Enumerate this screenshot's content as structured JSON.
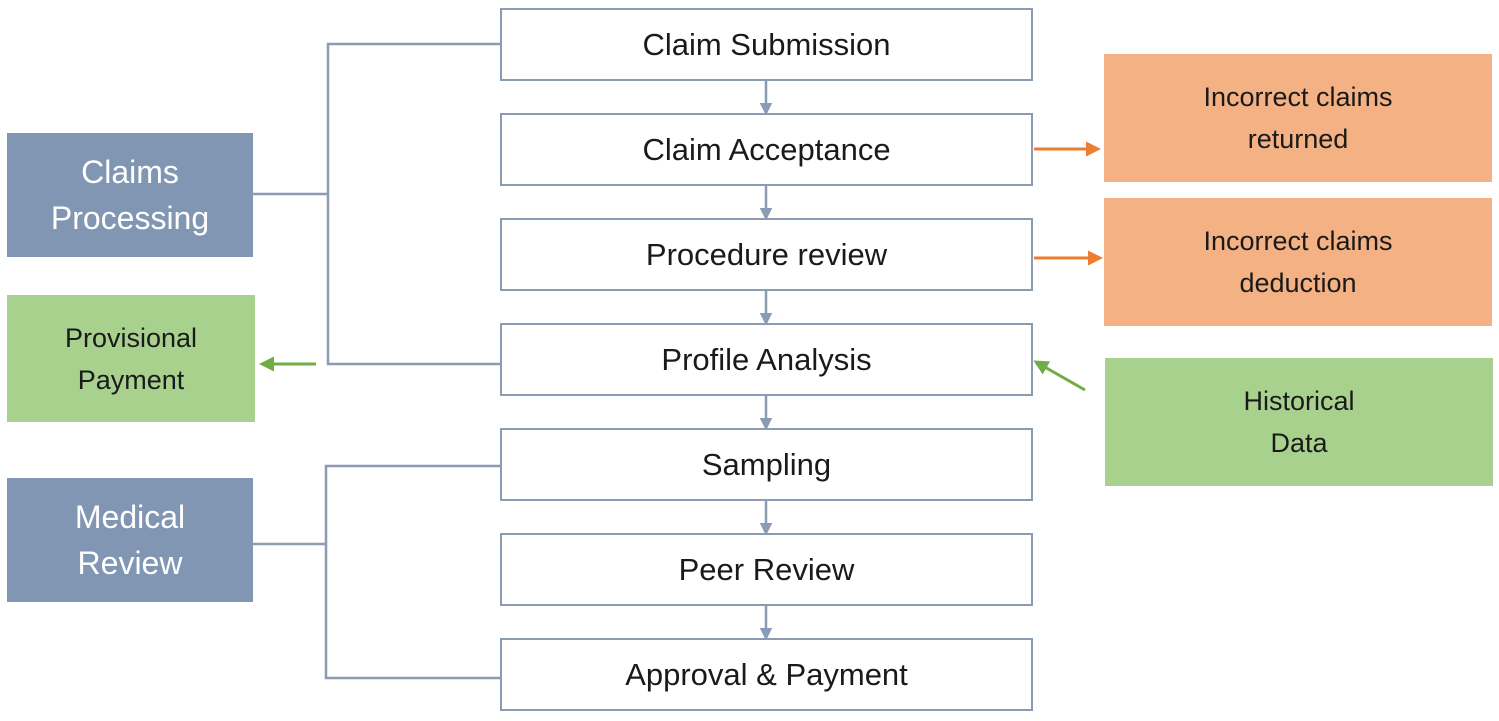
{
  "diagram": {
    "steps": [
      {
        "id": "claim-submission",
        "label": "Claim Submission"
      },
      {
        "id": "claim-acceptance",
        "label": "Claim Acceptance"
      },
      {
        "id": "procedure-review",
        "label": "Procedure review"
      },
      {
        "id": "profile-analysis",
        "label": "Profile Analysis"
      },
      {
        "id": "sampling",
        "label": "Sampling"
      },
      {
        "id": "peer-review",
        "label": "Peer Review"
      },
      {
        "id": "approval-payment",
        "label": "Approval & Payment"
      }
    ],
    "groups": [
      {
        "id": "claims-processing",
        "lines": [
          "Claims",
          "Processing"
        ]
      },
      {
        "id": "medical-review",
        "lines": [
          "Medical",
          "Review"
        ]
      }
    ],
    "side_boxes": {
      "provisional_payment": {
        "lines": [
          "Provisional",
          "Payment"
        ]
      },
      "incorrect_returned": {
        "lines": [
          "Incorrect claims",
          "returned"
        ]
      },
      "incorrect_deduction": {
        "lines": [
          "Incorrect claims",
          "deduction"
        ]
      },
      "historical_data": {
        "lines": [
          "Historical",
          "Data"
        ]
      }
    },
    "colors": {
      "step_border": "#8a9bb4",
      "group_fill": "#8196b2",
      "green_fill": "#a9d18e",
      "orange_fill": "#f4b183",
      "connector": "#8a9bb4",
      "orange_arrow": "#ed7d31",
      "green_arrow": "#70ad47"
    }
  }
}
